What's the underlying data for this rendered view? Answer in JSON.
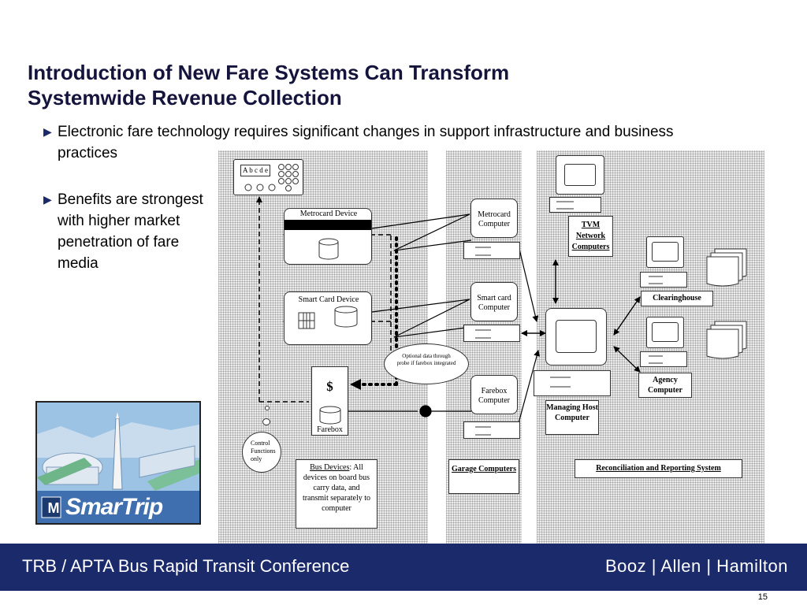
{
  "slide": {
    "title_line1": "Introduction of New Fare Systems Can Transform",
    "title_line2": "Systemwide Revenue Collection",
    "bullets": [
      "Electronic fare technology requires significant changes in support infrastructure and business practices",
      "Benefits are strongest with higher market penetration of fare media"
    ],
    "page_number": "15"
  },
  "footer": {
    "conference": "TRB / APTA Bus Rapid Transit Conference",
    "company": "Booz | Allen | Hamilton"
  },
  "logo": {
    "text": "SmarTrip",
    "badge": "M"
  },
  "diagram": {
    "keypad_display": "A b c d e",
    "metrocard_device": "Metrocard Device",
    "smart_card_device": "Smart Card Device",
    "farebox_symbol": "$",
    "farebox": "Farebox",
    "control_functions": "Control Functions only",
    "optional_data": "Optional data through probe if farebox integrated",
    "bus_devices_title": "Bus Devices",
    "bus_devices_text": ":  All devices on board bus carry data, and transmit separately to computer",
    "metrocard_computer": "Metrocard Computer",
    "smart_card_computer": "Smart card Computer",
    "farebox_computer": "Farebox Computer",
    "garage_computers": "Garage Computers",
    "tvm_network": "TVM Network Computers",
    "managing_host": "Managing Host Computer",
    "clearinghouse": "Clearinghouse",
    "agency_computer": "Agency Computer",
    "reconciliation": "Reconciliation and Reporting System"
  },
  "colors": {
    "footer_bg": "#1b2a6b",
    "title": "#14143c"
  }
}
